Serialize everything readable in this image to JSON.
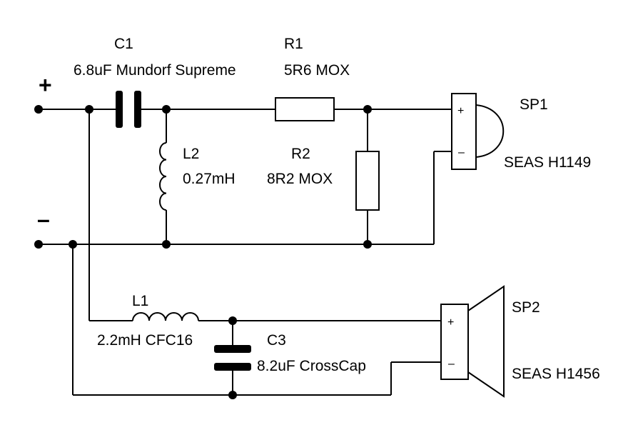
{
  "input": {
    "plus": "+",
    "minus": "–"
  },
  "c1": {
    "ref": "C1",
    "value": "6.8uF Mundorf Supreme"
  },
  "r1": {
    "ref": "R1",
    "value": "5R6 MOX"
  },
  "l2": {
    "ref": "L2",
    "value": "0.27mH"
  },
  "r2": {
    "ref": "R2",
    "value": "8R2 MOX"
  },
  "sp1": {
    "ref": "SP1",
    "model": "SEAS H1149",
    "pin_plus": "+",
    "pin_minus": "–"
  },
  "l1": {
    "ref": "L1",
    "value": "2.2mH CFC16"
  },
  "c3": {
    "ref": "C3",
    "value": "8.2uF CrossCap"
  },
  "sp2": {
    "ref": "SP2",
    "model": "SEAS H1456",
    "pin_plus": "+",
    "pin_minus": "–"
  }
}
